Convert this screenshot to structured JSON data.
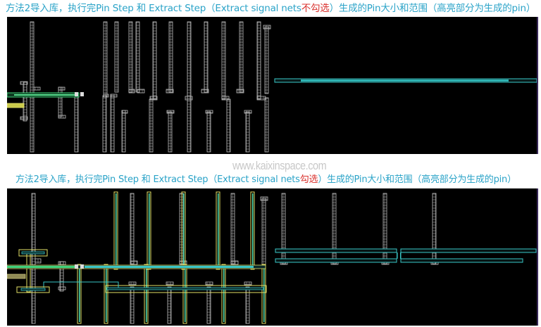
{
  "captions": {
    "top": {
      "prefix": "方法2导入库，执行完Pin Step 和 Extract Step（Extract signal nets",
      "highlight": "不勾选",
      "suffix": "）生成的Pin大小和范围（高亮部分为生成的pin）"
    },
    "bottom": {
      "prefix": "方法2导入库，执行完Pin Step 和 Extract Step（Extract signal nets",
      "highlight": "勾选",
      "suffix": "）生成的Pin大小和范围（高亮部分为生成的pin）"
    }
  },
  "watermark": "www.kaixinspace.com",
  "colors": {
    "caption": "#2aa3c8",
    "highlight": "#d9302c",
    "background": "#000000",
    "metal_outline": "#bdbdbd",
    "pin_cyan": "#39c6c6",
    "pin_green": "#3fd27a",
    "pin_yellow": "#e2e066"
  },
  "panels": [
    {
      "name": "layout-view-unchecked",
      "pins": "highlighted pin shapes without signal net extraction"
    },
    {
      "name": "layout-view-checked",
      "pins": "highlighted pin shapes with signal net extraction"
    }
  ]
}
